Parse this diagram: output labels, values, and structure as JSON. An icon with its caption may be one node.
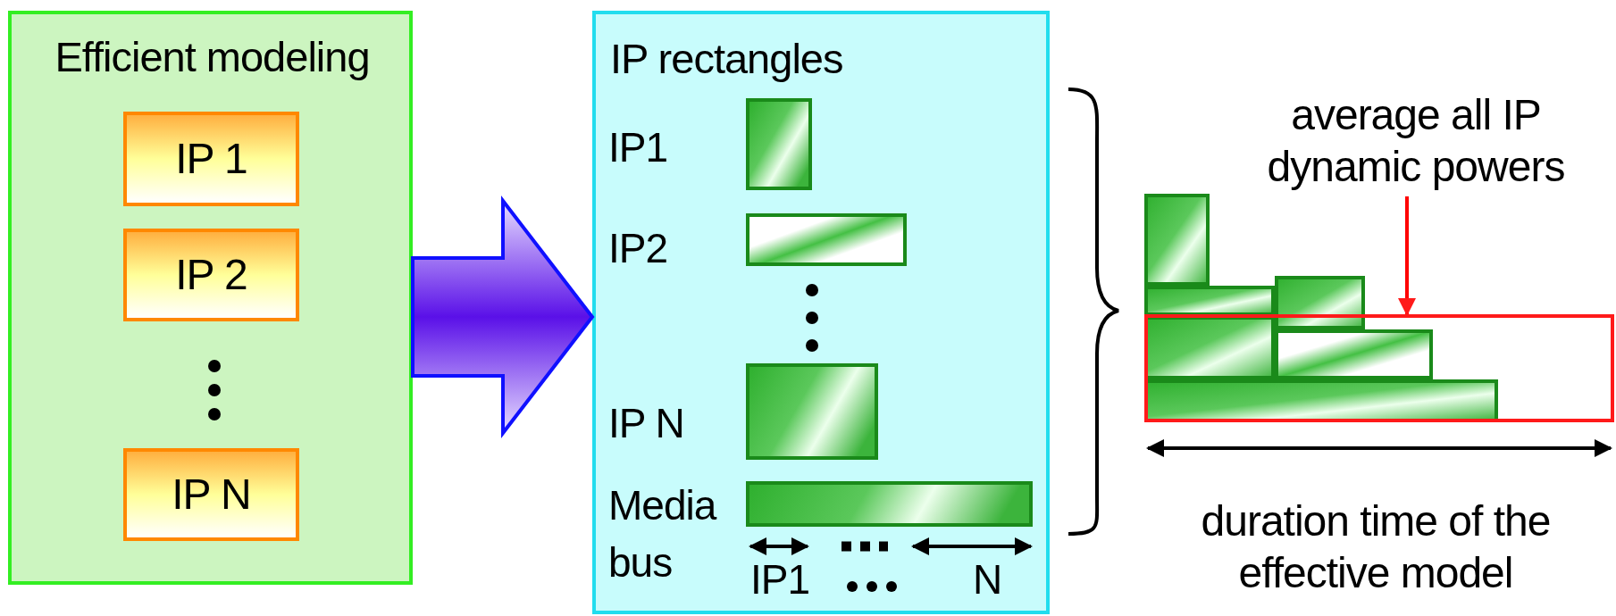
{
  "diagram": {
    "nodes": [
      {
        "text": [
          "Efficient modeling"
        ]
      },
      {
        "text": [
          "IP 1"
        ],
        "in": 0
      },
      {
        "text": [
          "IP 2"
        ],
        "in": 0
      },
      {
        "text": [
          "IP N"
        ],
        "in": 0
      },
      {
        "text": [
          "IP rectangles"
        ]
      },
      {
        "text": [],
        "shape": "box",
        "beside": [
          "IP1"
        ],
        "in": 4
      },
      {
        "text": [],
        "shape": "box",
        "beside": [
          "IP2"
        ],
        "in": 4
      },
      {
        "text": [],
        "shape": "box",
        "beside": [
          "IP N"
        ],
        "in": 4
      },
      {
        "text": [],
        "shape": "box",
        "beside": [
          "Media bus"
        ],
        "in": 4
      },
      {
        "text": [
          "average all IP dynamic powers"
        ]
      },
      {
        "text": [],
        "shape": "box"
      }
    ],
    "edges": [
      {
        "from": 0,
        "to": 4,
        "arrow": "to",
        "style": "thick"
      },
      {
        "from": 9,
        "to": 10,
        "arrow": "to",
        "color": "#ff0000"
      }
    ],
    "labels": [
      "IP1",
      "N",
      "duration time of the effective model"
    ]
  }
}
